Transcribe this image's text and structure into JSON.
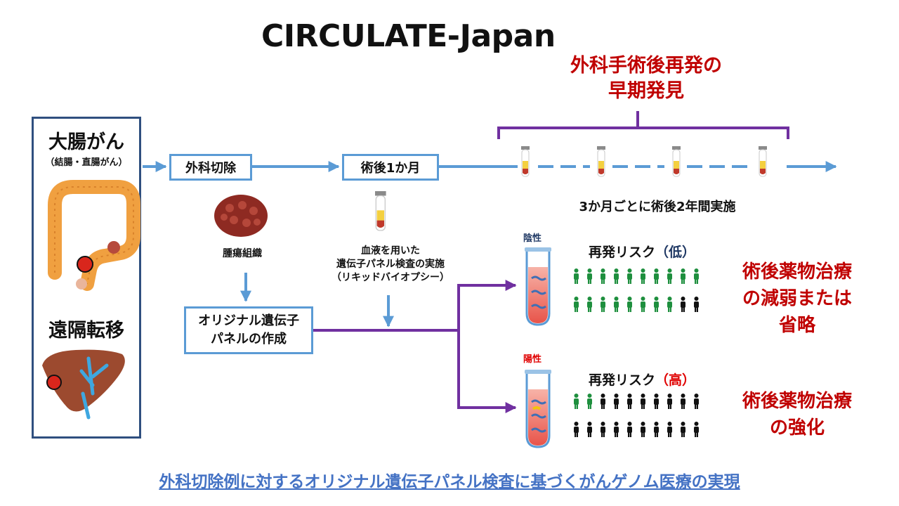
{
  "title": "CIRCULATE-Japan",
  "early_detection": [
    "外科手術後再発の",
    "早期発見"
  ],
  "colorectal_title": "大腸がん",
  "colorectal_sub": "（結腸・直腸がん）",
  "metastasis_title": "遠隔転移",
  "surgery_box": "外科切除",
  "postop_box": "術後1か月",
  "every_three_months": "3か月ごとに術後2年間実施",
  "tumor_tissue": "腫瘍組織",
  "panel_box": [
    "オリジナル遺伝子",
    "パネルの作成"
  ],
  "liquid_biopsy": [
    "血液を用いた",
    "遺伝子パネル検査の実施",
    "（リキッドバイオプシー）"
  ],
  "negative_label": "陰性",
  "positive_label": "陽性",
  "risk_low": {
    "prefix": "再発リスク",
    "paren": "（低）"
  },
  "risk_high": {
    "prefix": "再発リスク",
    "paren": "（高）"
  },
  "result_low": [
    "術後薬物治療",
    "の減弱または",
    "省略"
  ],
  "result_high": [
    "術後薬物治療",
    "の強化"
  ],
  "footer": "外科切除例に対するオリジナル遺伝子パネル検査に基づくがんゲノム医療の実現",
  "colors": {
    "flow_blue": "#5b9bd5",
    "purple": "#7030a0",
    "red_text": "#c00000",
    "person_green": "#1e8f3e",
    "person_black": "#111111"
  },
  "people": {
    "low_risk": {
      "green": 18,
      "black": 2,
      "total": 20
    },
    "high_risk": {
      "green": 2,
      "black": 18,
      "total": 20
    }
  }
}
